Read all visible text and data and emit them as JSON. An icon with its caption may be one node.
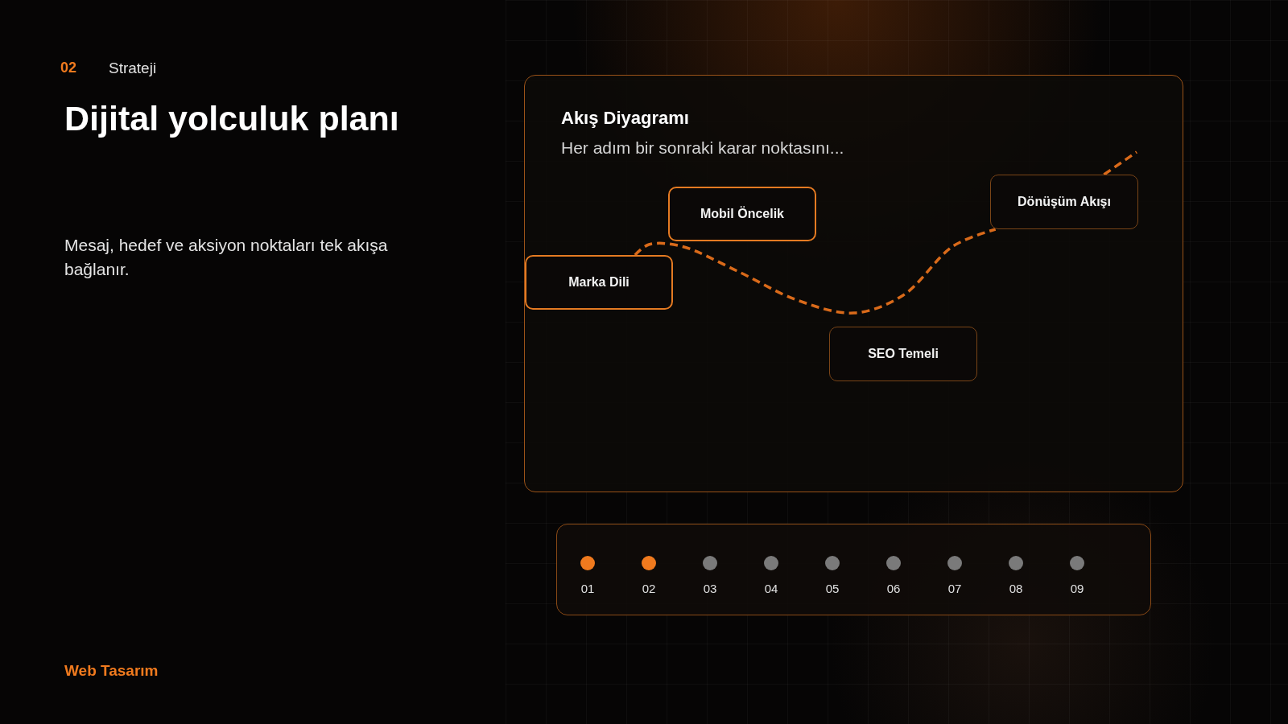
{
  "diagram": {
    "title": "Dijital yolculuk planı",
    "nodes": [
      {
        "text": [
          "Akış Diyagramı",
          "Her adım bir sonraki karar noktasını..."
        ]
      },
      {
        "text": [
          "Marka Dili"
        ],
        "in": 0
      },
      {
        "text": [
          "Mobil Öncelik"
        ],
        "in": 0
      },
      {
        "text": [
          "SEO Temeli"
        ],
        "in": 0
      },
      {
        "text": [
          "Dönüşüm Akışı"
        ],
        "in": 0
      },
      {
        "text": [
          "01",
          "02",
          "03",
          "04",
          "05",
          "06",
          "07",
          "08",
          "09"
        ]
      }
    ],
    "edges": [
      {
        "from": 1,
        "to": 4,
        "arrow": "none",
        "style": "dashed"
      },
      {
        "from": 4,
        "to": null,
        "arrow": "none",
        "style": "dashed"
      }
    ],
    "labels": [
      "02",
      "Strateji",
      "Mesaj, hedef ve aksiyon noktaları tek akışa bağlanır.",
      "Web Tasarım"
    ]
  }
}
